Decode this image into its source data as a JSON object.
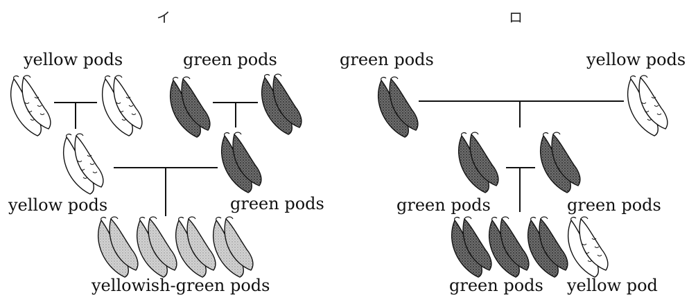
{
  "panels": {
    "i": {
      "header": "イ",
      "labels": {
        "parent1_left": "yellow pods",
        "parent1_right": "green pods",
        "f1_left": "yellow pods",
        "f1_right": "green pods",
        "offspring": "yellowish-green pods"
      }
    },
    "ro": {
      "header": "ロ",
      "labels": {
        "parent_left": "green pods",
        "parent_right": "yellow pods",
        "f1_left": "green pods",
        "f1_right": "green pods",
        "offspring_green": "green pods",
        "offspring_yellow": "yellow pod"
      }
    }
  },
  "colors": {
    "yellow_pod": "#ffffff",
    "green_pod": "#5c5c5c",
    "yellowish_green_pod": "#bdbdbd",
    "outline": "#111111"
  }
}
